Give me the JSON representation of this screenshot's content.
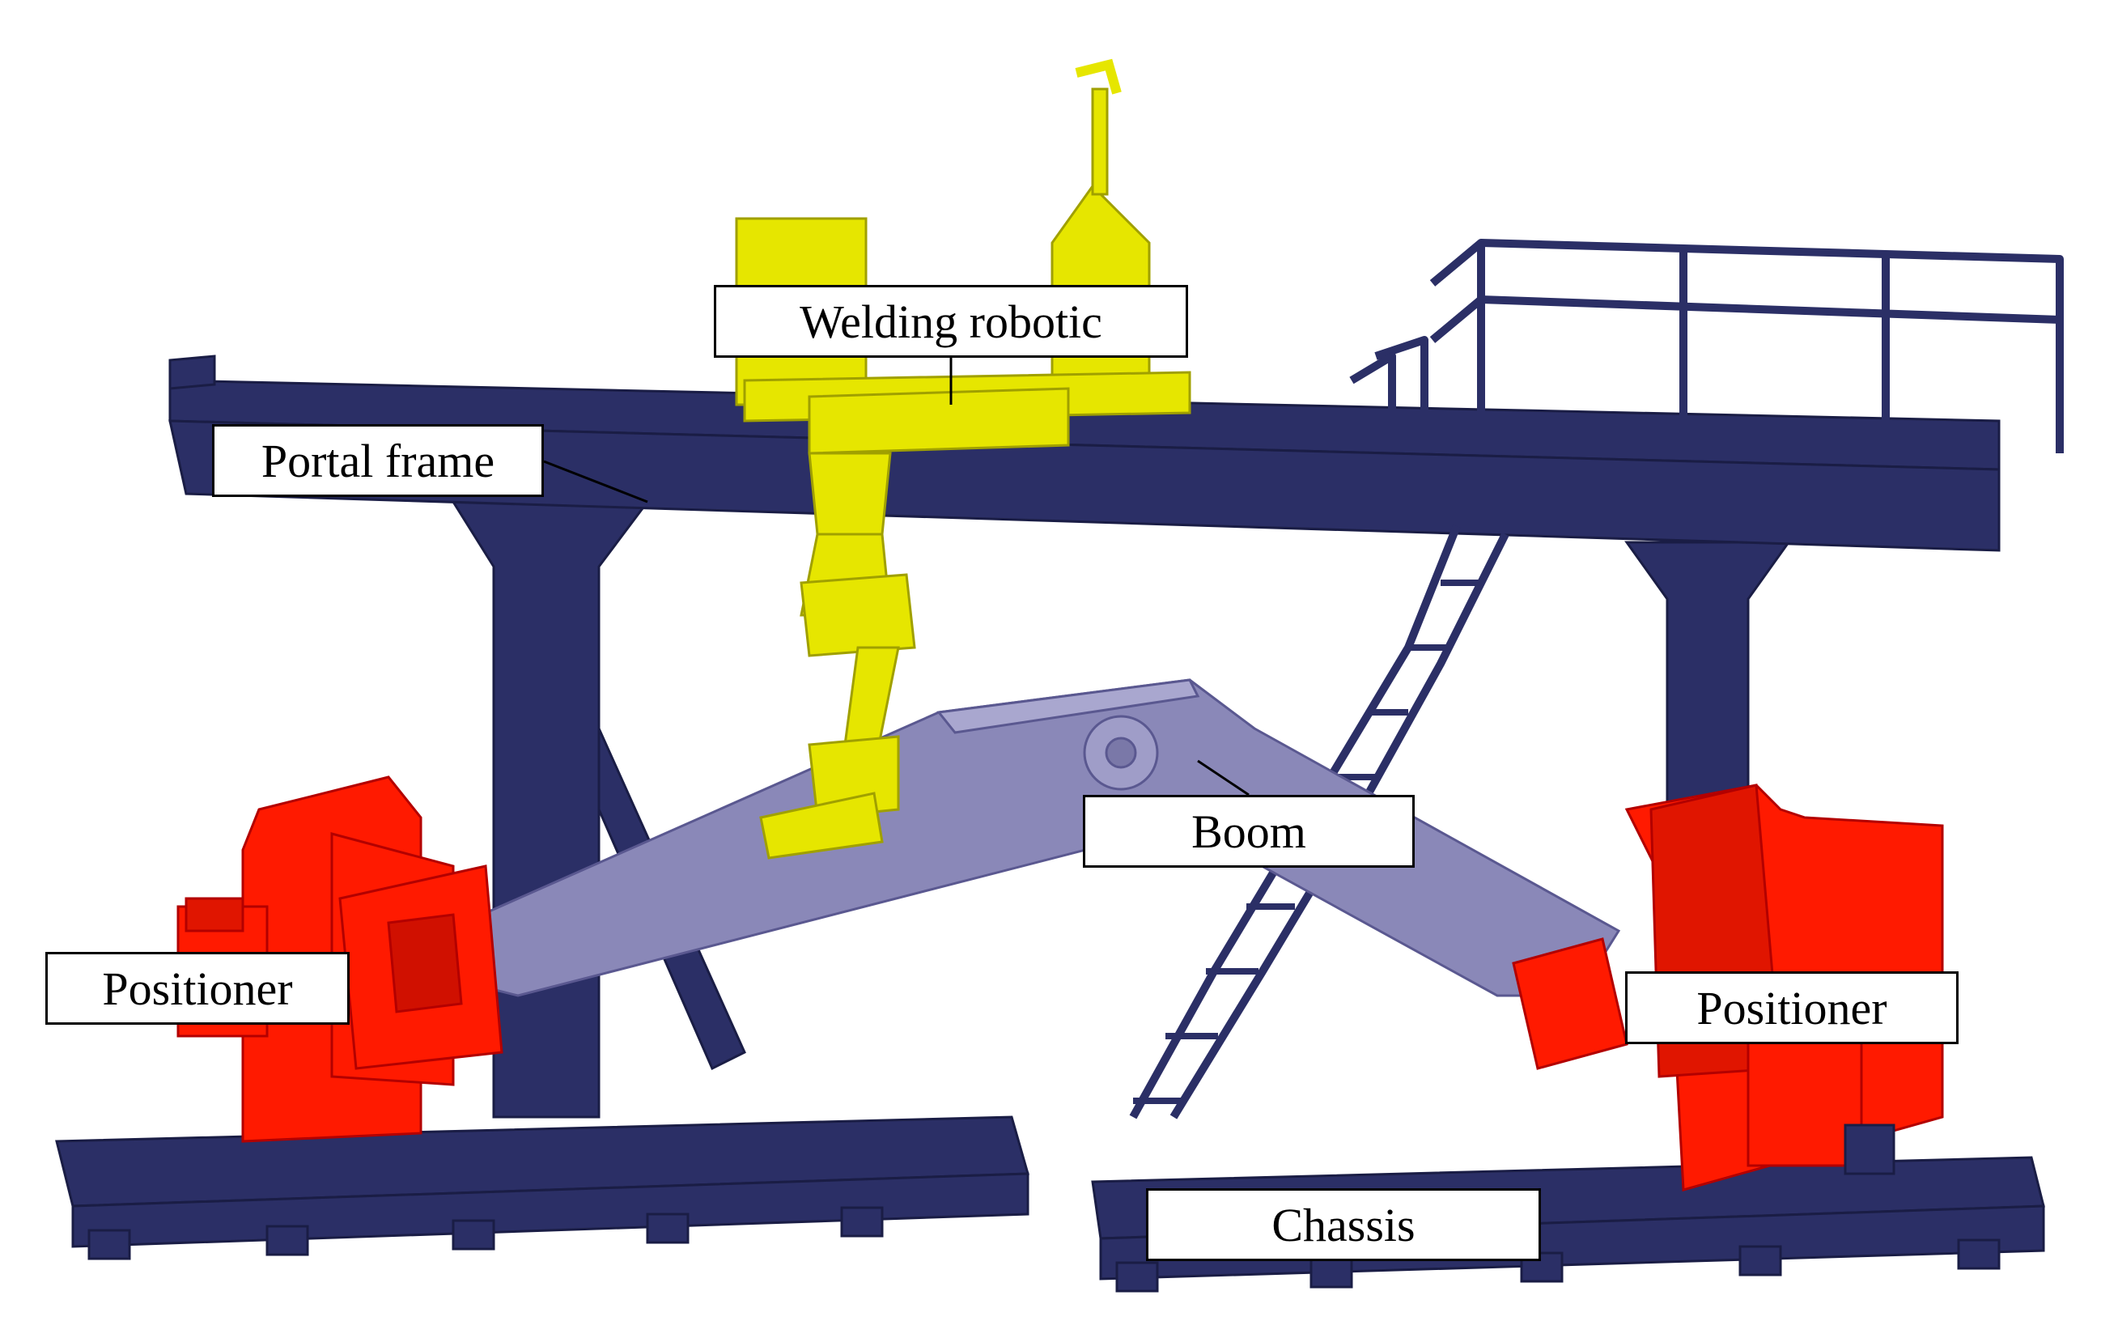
{
  "labels": {
    "welding_robotic": "Welding robotic",
    "portal_frame": "Portal frame",
    "boom": "Boom",
    "positioner_left": "Positioner",
    "positioner_right": "Positioner",
    "chassis": "Chassis"
  },
  "colors": {
    "frame": "#2b2f66",
    "robot": "#e6e600",
    "positioner": "#ff1a00",
    "boom": "#8a88b8",
    "background": "#ffffff"
  }
}
